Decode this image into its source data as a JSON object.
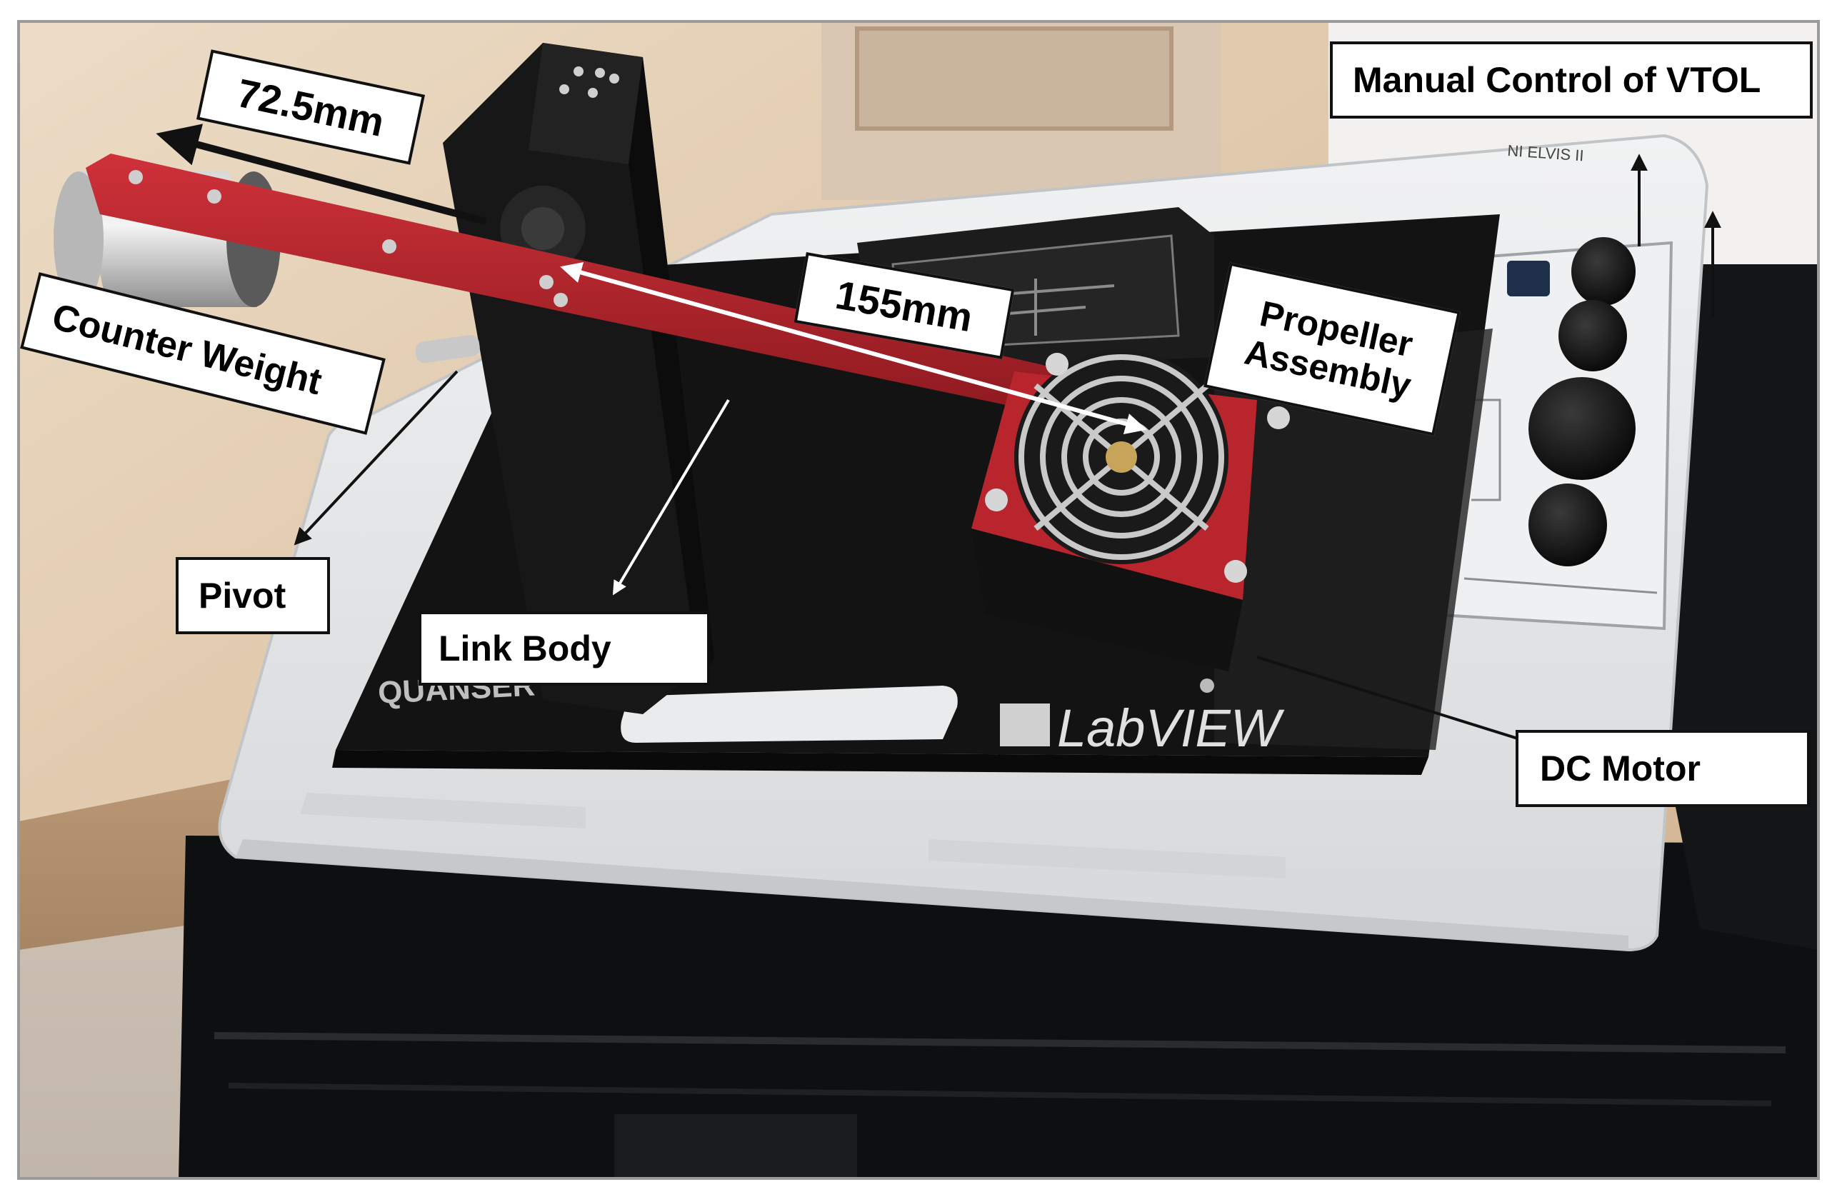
{
  "labels": {
    "manual_control": "Manual  Control of VTOL",
    "counter_weight": "Counter Weight",
    "pivot": "Pivot",
    "link_body": "Link Body",
    "propeller_assembly_line1": "Propeller",
    "propeller_assembly_line2": "Assembly",
    "dc_motor": "DC Motor",
    "dim_short": "72.5mm",
    "dim_long": "155mm"
  },
  "device_markings": {
    "quanser": "QUANSER",
    "labview": "LabVIEW",
    "ni_elvis": "NI ELVIS II"
  },
  "colors": {
    "arm": "#b4232a",
    "base_plate": "#141414",
    "elvis_body": "#e9ebec",
    "case": "#0e0f10",
    "background_wall": "#e6d2b8"
  }
}
